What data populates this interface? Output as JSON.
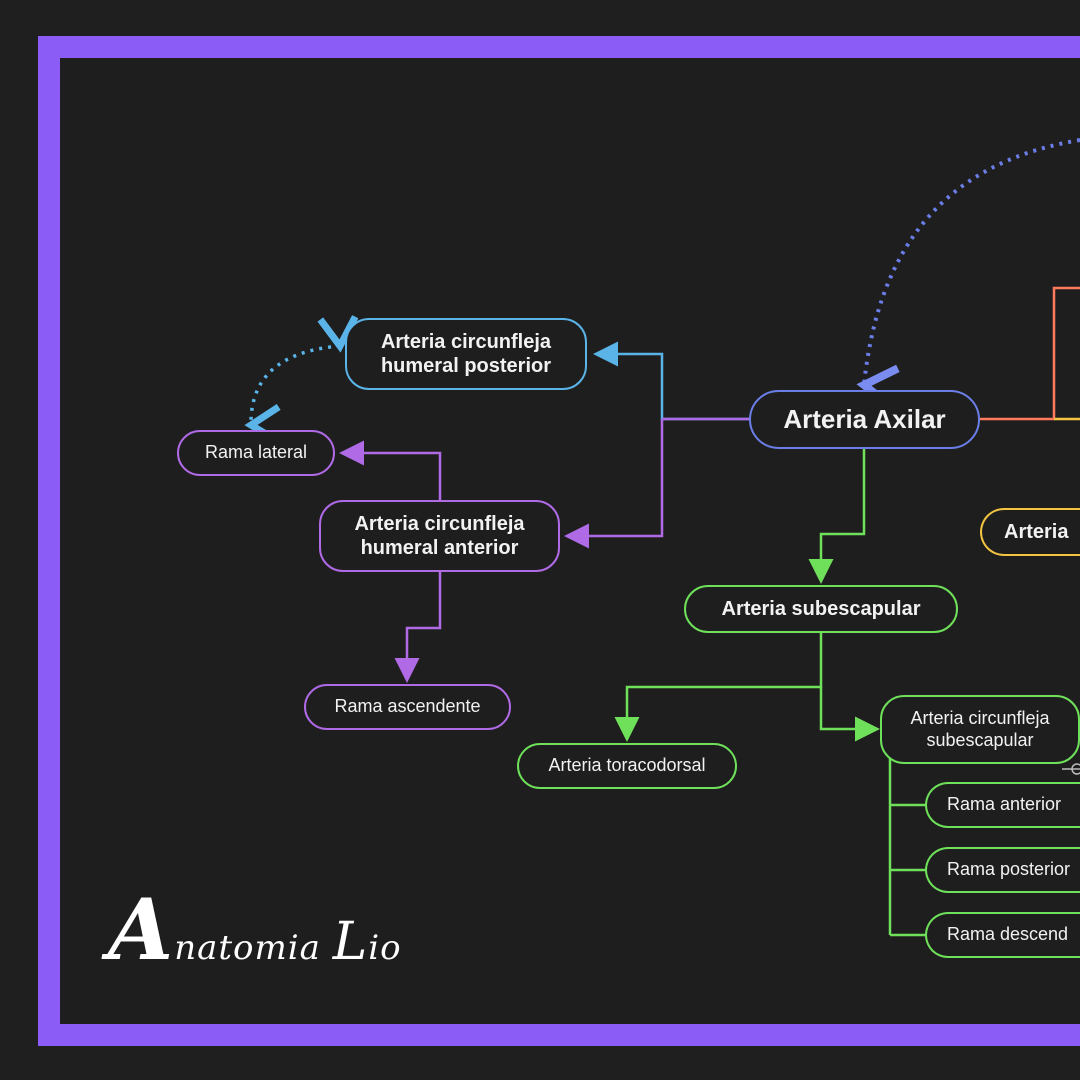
{
  "colors": {
    "frame": "#8b5cf6",
    "background": "#1e1e1e",
    "blue": "#60a5fa",
    "cyan": "#5ab4e8",
    "purple": "#b06ae6",
    "green": "#6ee05a",
    "orange": "#ff7a5c",
    "yellow": "#f5c542",
    "main": "#6b7ee8"
  },
  "nodes": {
    "axilar": "Arteria Axilar",
    "circunfleja_posterior": "Arteria circunfleja\nhumeral posterior",
    "rama_lateral": "Rama lateral",
    "circunfleja_anterior": "Arteria circunfleja\nhumeral anterior",
    "rama_ascendente": "Rama ascendente",
    "subescapular": "Arteria subescapular",
    "toracodorsal": "Arteria toracodorsal",
    "circunfleja_subescapular": "Arteria circunfleja\nsubescapular",
    "rama_anterior": "Rama anterior",
    "rama_posterior": "Rama posterior",
    "rama_descendente": "Rama descend",
    "arteria_right": "Arteria"
  },
  "logo": {
    "initial": "A",
    "rest": "natomia",
    "initial2": "L",
    "rest2": "io"
  }
}
